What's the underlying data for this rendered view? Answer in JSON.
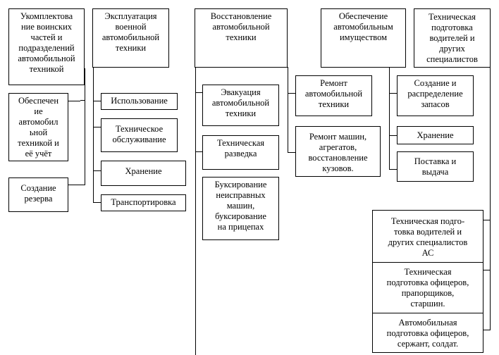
{
  "columns": [
    {
      "title": "Укомплектова\nние воинских\nчастей и\nподразделений\nавтомобильной\nтехникой",
      "items": [
        "Обеспечен\nие\nавтомобил\nьной\nтехникой и\nеё учёт",
        "Создание\nрезерва"
      ]
    },
    {
      "title": "Эксплуатация\nвоенной\nавтомобильной\nтехники",
      "items": [
        "Использование",
        "Техническое\nобслуживание",
        "Хранение",
        "Транспортировка"
      ]
    },
    {
      "title": "Восстановление\nавтомобильной\nтехники",
      "items": [
        "Эвакуация\nавтомобильной\nтехники",
        "Техническая\nразведка",
        "Буксирование\nнеисправных\nмашин,\nбуксирование\nна прицепах"
      ],
      "repair_items": [
        "Ремонт\nавтомобильной\nтехники",
        "Ремонт машин,\nагрегатов,\nвосстановление\nкузовов."
      ]
    },
    {
      "title": "Обеспечение\nавтомобильным\nимуществом",
      "items": [
        "Создание и\nраспределение\nзапасов",
        "Хранение",
        "Поставка и\nвыдача"
      ]
    },
    {
      "title": "Техническая\nподготовка\nводителей и\nдругих\nспециалистов",
      "items": [
        "Техническая подго-\nтовка водителей и\nдругих специалистов\nАС",
        "Техническая\nподготовка офицеров,\nпрапорщиков,\nстаршин.",
        "Автомобильная\nподготовка офицеров,\nсержант, солдат."
      ]
    }
  ]
}
